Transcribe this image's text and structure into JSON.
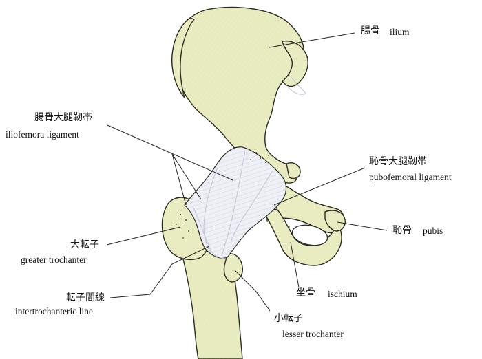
{
  "labels": {
    "ilium": {
      "jp": "腸骨",
      "en": "ilium"
    },
    "iliofemoral": {
      "jp": "腸骨大腿靭帯",
      "en": "iliofemora ligament"
    },
    "pubofemoral": {
      "jp": "恥骨大腿靭帯",
      "en": "pubofemoral ligament"
    },
    "pubis": {
      "jp": "恥骨",
      "en": "pubis"
    },
    "greater_trochanter": {
      "jp": "大転子",
      "en": "greater trochanter"
    },
    "ischium": {
      "jp": "坐骨",
      "en": "ischium"
    },
    "intertrochanteric": {
      "jp": "転子間線",
      "en": "intertrochanteric line"
    },
    "lesser_trochanter": {
      "jp": "小転子",
      "en": "lesser trochanter"
    }
  },
  "colors": {
    "bone": "#e9ecc0",
    "bone_shadow": "#c9cc98",
    "ligament": "#eef0f6",
    "ligament_shadow": "#c3c6d6",
    "outline": "#2a2a22",
    "leader": "#222222"
  }
}
